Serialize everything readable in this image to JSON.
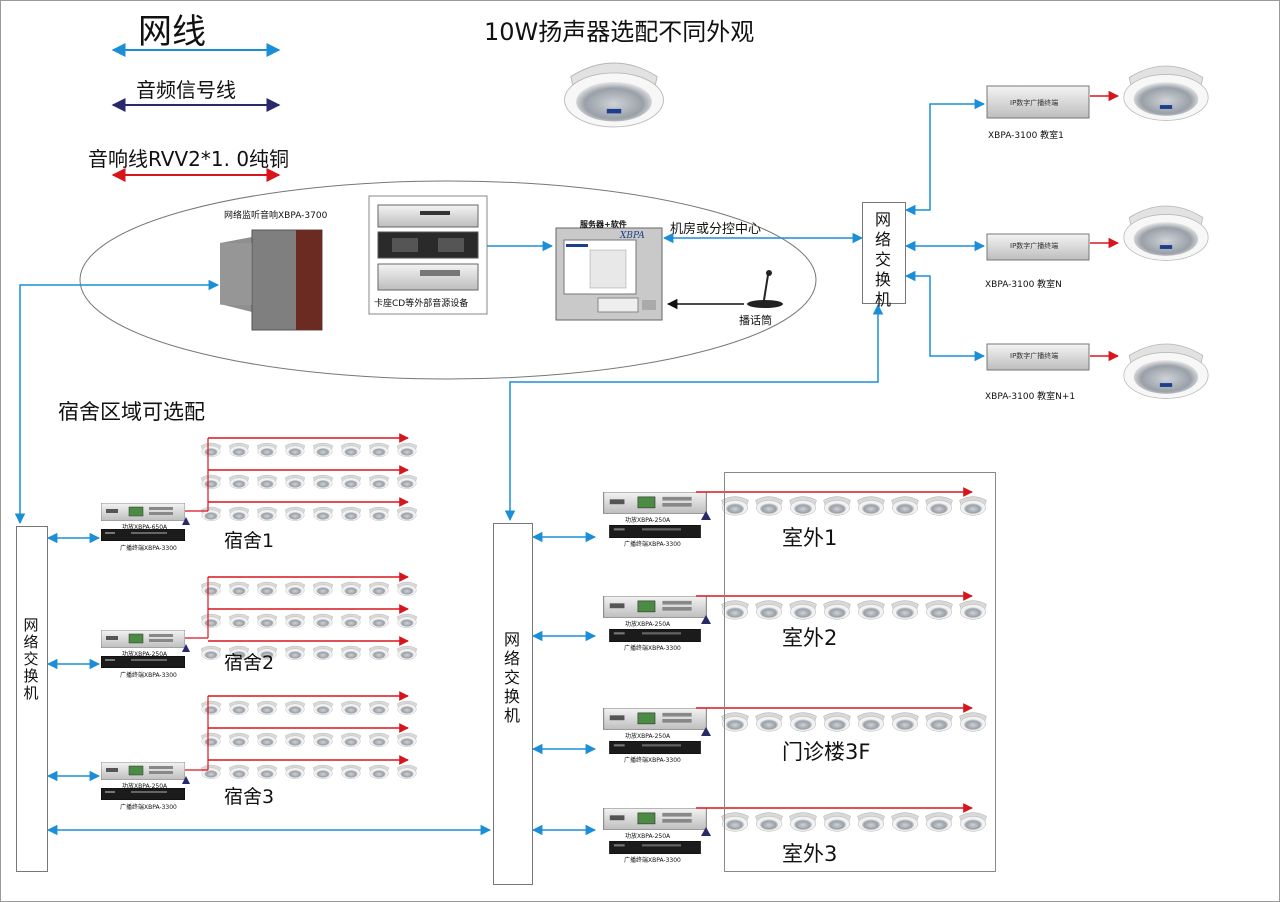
{
  "legend": {
    "network": "网线",
    "audio_signal": "音频信号线",
    "speaker_wire": "音响线RVV2*1. 0纯铜"
  },
  "top_title": "10W扬声器选配不同外观",
  "control_room": {
    "monitor_speaker": "网络监听音响XBPA-3700",
    "source_devices": "卡座CD等外部音源设备",
    "server_label": "服务器+软件",
    "server_brand": "XBPA",
    "center_label": "机房或分控中心",
    "microphone": "播话筒"
  },
  "switches": {
    "top": "网络交换机",
    "left": "网络交换机",
    "center": "网络交换机"
  },
  "classrooms": [
    {
      "label": "XBPA-3100 教室1"
    },
    {
      "label": "XBPA-3100 教室N"
    },
    {
      "label": "XBPA-3100 教室N+1"
    }
  ],
  "terminal_text": "IP数字广播终端",
  "dorm_title": "宿舍区域可选配",
  "dorms": [
    {
      "name": "宿舍1",
      "amp": "功放XBPA-650A",
      "terminal": "广播终端XBPA-3300"
    },
    {
      "name": "宿舍2",
      "amp": "功放XBPA-250A",
      "terminal": "广播终端XBPA-3300"
    },
    {
      "name": "宿舍3",
      "amp": "功放XBPA-250A",
      "terminal": "广播终端XBPA-3300"
    }
  ],
  "outdoor": [
    {
      "name": "室外1",
      "amp": "功放XBPA-250A",
      "terminal": "广播终端XBPA-3300"
    },
    {
      "name": "室外2",
      "amp": "功放XBPA-250A",
      "terminal": "广播终端XBPA-3300"
    },
    {
      "name": "门诊楼3F",
      "amp": "功放XBPA-250A",
      "terminal": "广播终端XBPA-3300"
    },
    {
      "name": "室外3",
      "amp": "功放XBPA-250A",
      "terminal": "广播终端XBPA-3300"
    }
  ],
  "colors": {
    "network": "#1a8fd8",
    "audio": "#2a2a6a",
    "speaker": "#d8151d",
    "device": "#e6e6e6"
  }
}
